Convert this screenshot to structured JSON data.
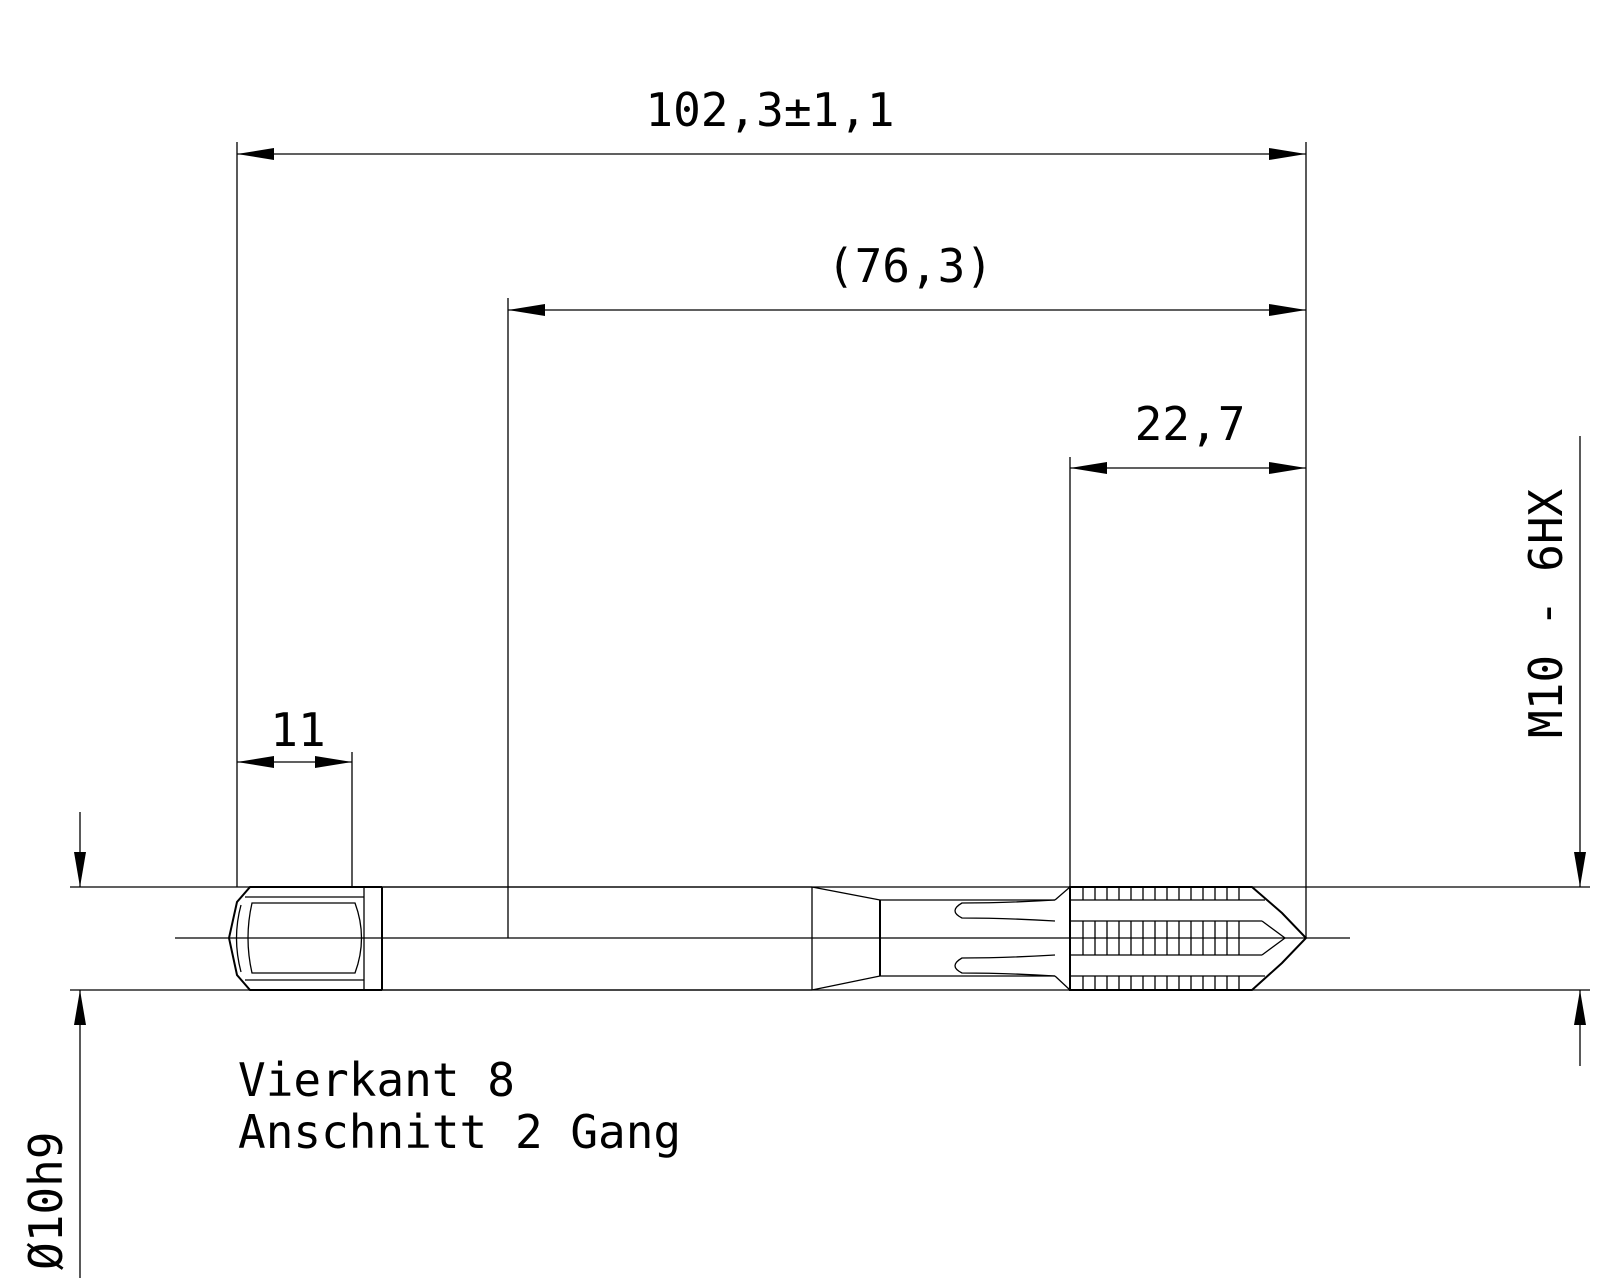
{
  "dimensions": {
    "overall_length": "102,3±1,1",
    "neck_length": "(76,3)",
    "thread_length": "22,7",
    "square_length": "11",
    "shank_diameter": "Ø10h9",
    "thread_size": "M10 - 6HX"
  },
  "notes": {
    "line1": "Vierkant 8",
    "line2": "Anschnitt 2 Gang"
  }
}
